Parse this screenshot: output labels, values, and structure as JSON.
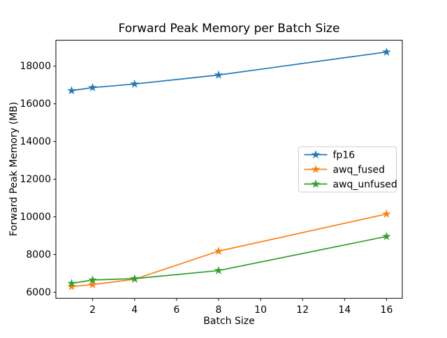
{
  "figure": {
    "background": "#ffffff",
    "spine_color": "#000000",
    "tick_color": "#000000"
  },
  "chart_data": {
    "type": "line",
    "title": "Forward Peak Memory per Batch Size",
    "xlabel": "Batch Size",
    "ylabel": "Forward Peak Memory (MB)",
    "x": [
      1,
      2,
      4,
      8,
      16
    ],
    "series": [
      {
        "name": "fp16",
        "color": "#1f77b4",
        "marker": "star",
        "values": [
          16700,
          16860,
          17050,
          17530,
          18750
        ]
      },
      {
        "name": "awq_fused",
        "color": "#ff7f0e",
        "marker": "star",
        "values": [
          6300,
          6400,
          6690,
          8180,
          10150
        ]
      },
      {
        "name": "awq_unfused",
        "color": "#2ca02c",
        "marker": "star",
        "values": [
          6470,
          6650,
          6720,
          7150,
          8960
        ]
      }
    ],
    "xlim": [
      0.25,
      16.75
    ],
    "ylim": [
      5675,
      19375
    ],
    "xticks": [
      2,
      4,
      6,
      8,
      10,
      12,
      14,
      16
    ],
    "yticks": [
      6000,
      8000,
      10000,
      12000,
      14000,
      16000,
      18000
    ],
    "grid": false,
    "legend": {
      "position": "center-right",
      "border_color": "#cccccc",
      "background": "#ffffff",
      "entries": [
        "fp16",
        "awq_fused",
        "awq_unfused"
      ]
    }
  }
}
